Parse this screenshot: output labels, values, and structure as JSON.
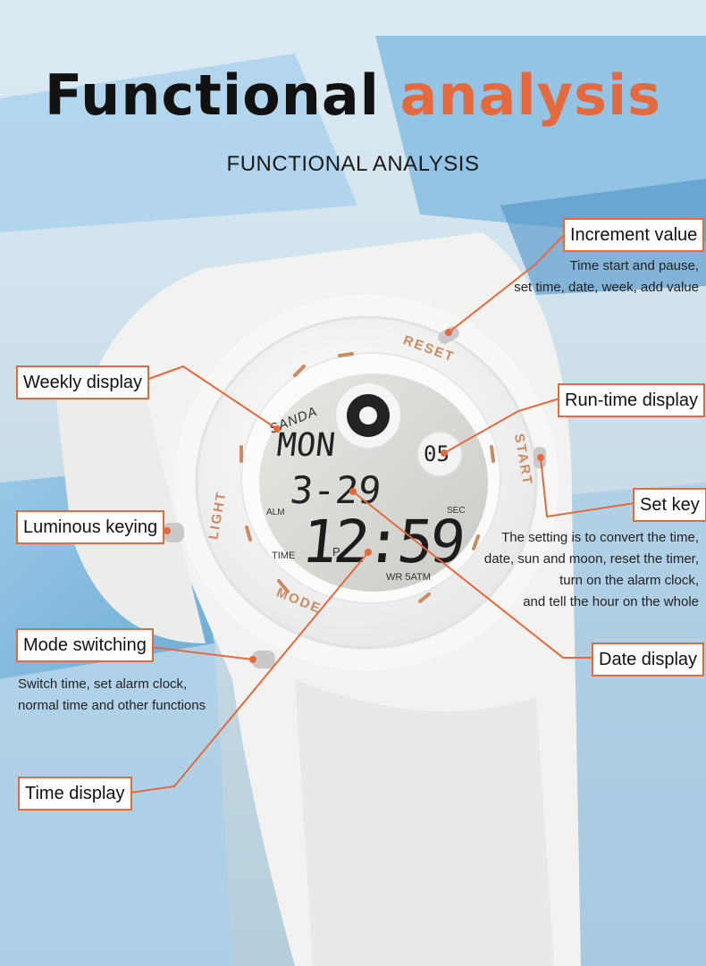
{
  "title": {
    "word1": "Functional",
    "word2": "analysis"
  },
  "subtitle": "FUNCTIONAL ANALYSIS",
  "watch": {
    "brand": "SANDA",
    "day": "MON",
    "date": "3-29",
    "time": "12:59",
    "seconds": "05",
    "marks": {
      "reset": "RESET",
      "start": "START",
      "light": "LIGHT",
      "mode": "MODE",
      "alm": "ALM",
      "sec": "SEC",
      "time": "TIME",
      "pm": "P",
      "wr": "WR 5ATM"
    }
  },
  "callouts": [
    {
      "id": "increment",
      "label": "Increment value",
      "desc": [
        "Time start and pause,",
        "set time, date, week, add value"
      ]
    },
    {
      "id": "weekly",
      "label": "Weekly display",
      "desc": []
    },
    {
      "id": "runtime",
      "label": "Run-time display",
      "desc": []
    },
    {
      "id": "setkey",
      "label": "Set key",
      "desc": [
        "The setting is to convert the time,",
        "date, sun and moon, reset the timer,",
        "turn on the alarm clock,",
        "and tell the hour on the whole"
      ]
    },
    {
      "id": "luminous",
      "label": "Luminous keying",
      "desc": []
    },
    {
      "id": "mode",
      "label": "Mode switching",
      "desc": [
        "Switch time, set alarm clock,",
        "normal time and other functions"
      ]
    },
    {
      "id": "date",
      "label": "Date display",
      "desc": []
    },
    {
      "id": "time",
      "label": "Time display",
      "desc": []
    }
  ],
  "colors": {
    "accent": "#e4693d",
    "dark": "#111111"
  }
}
